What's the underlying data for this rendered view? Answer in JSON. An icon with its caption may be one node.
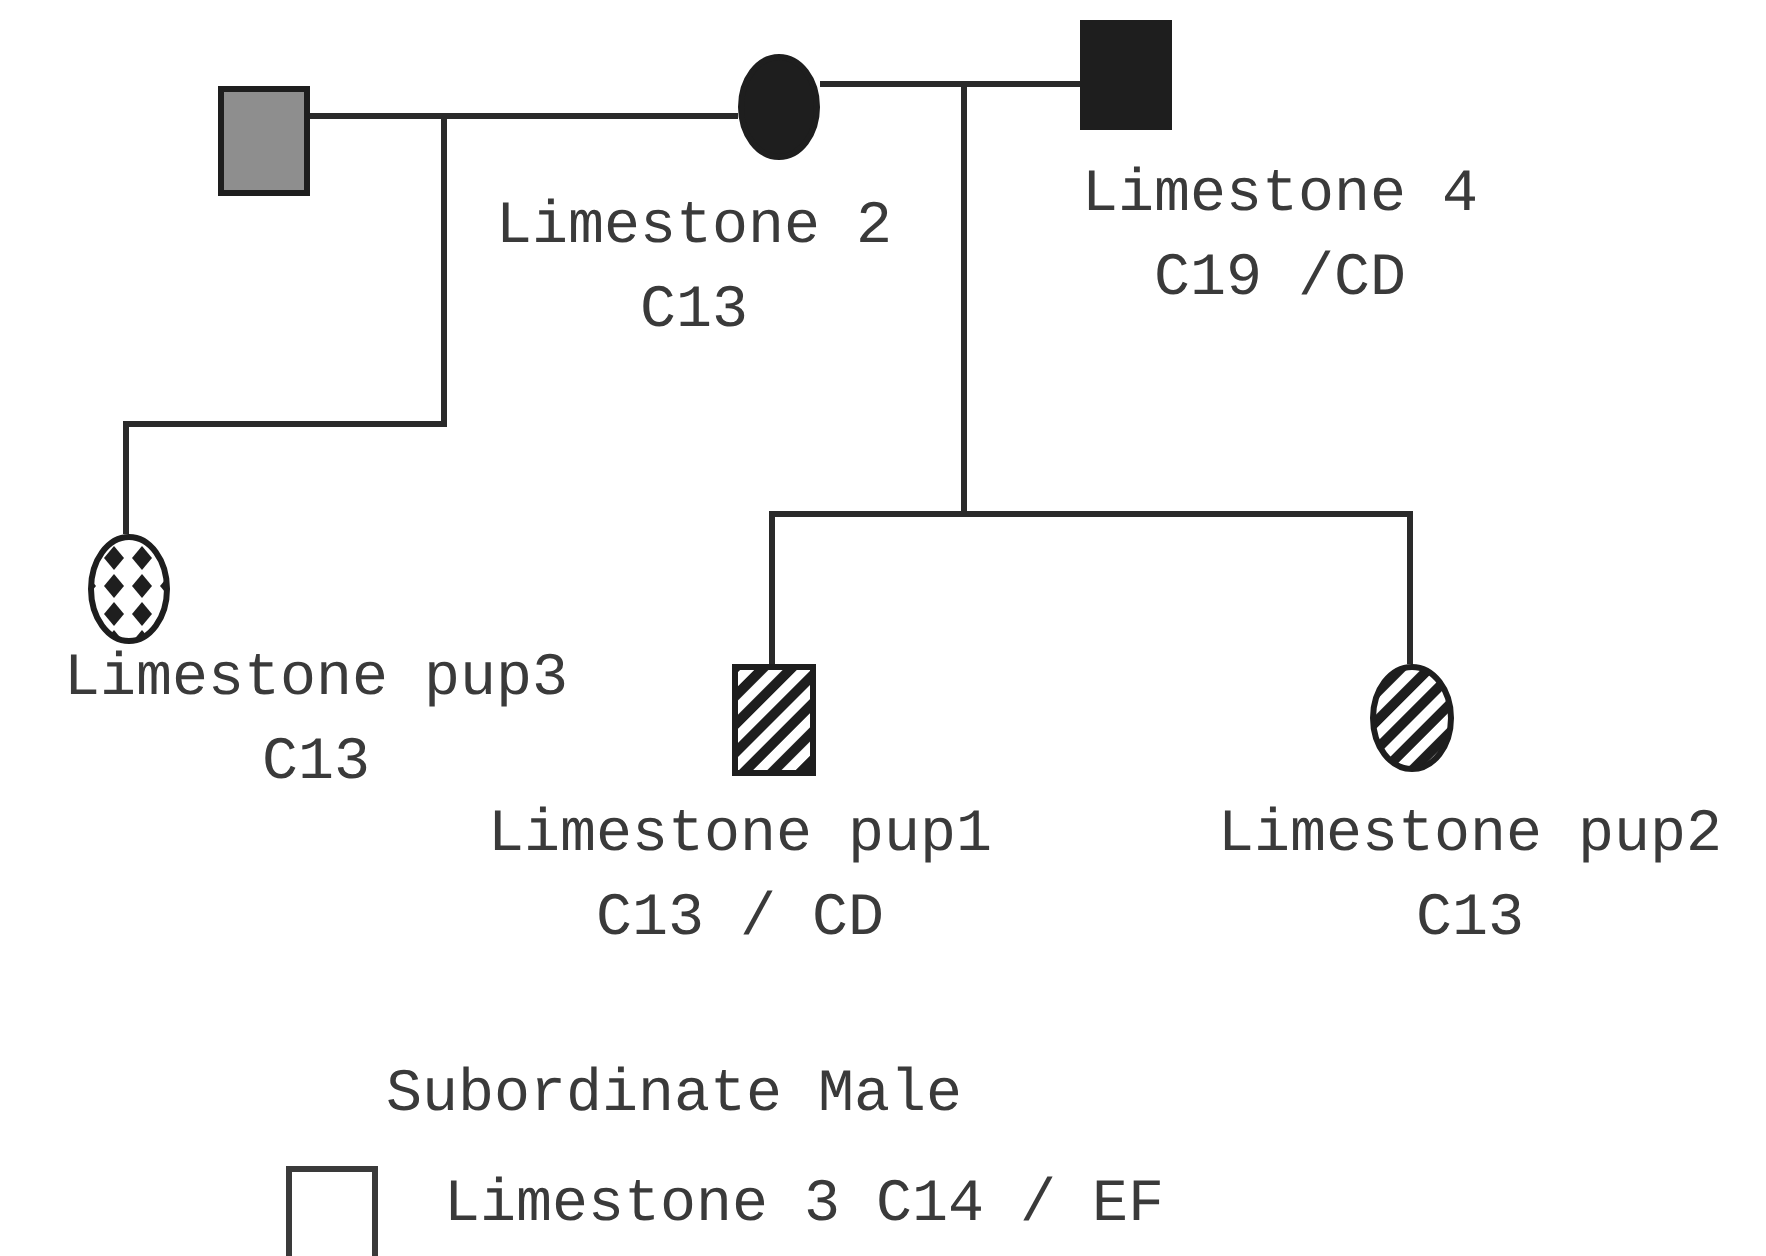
{
  "diagram": {
    "nodes": [
      {
        "text": [],
        "shape": "box"
      },
      {
        "text": [],
        "shape": "circle",
        "beside": [
          "Limestone 2",
          "C13"
        ]
      },
      {
        "text": [],
        "shape": "box",
        "beside": [
          "Limestone 4",
          "C19 /CD"
        ]
      },
      {
        "text": [],
        "shape": "circle",
        "beside": [
          "Limestone pup3",
          "C13"
        ]
      },
      {
        "text": [],
        "shape": "box",
        "beside": [
          "Limestone pup1",
          "C13 / CD"
        ]
      },
      {
        "text": [],
        "shape": "circle",
        "beside": [
          "Limestone pup2",
          "C13"
        ]
      }
    ],
    "edges": [
      {
        "from": 0,
        "to": 3,
        "arrow": "none"
      },
      {
        "from": 1,
        "to": 3,
        "arrow": "none"
      },
      {
        "from": 1,
        "to": 4,
        "arrow": "none"
      },
      {
        "from": 2,
        "to": 4,
        "arrow": "none"
      },
      {
        "from": 1,
        "to": 5,
        "arrow": "none"
      },
      {
        "from": 2,
        "to": 5,
        "arrow": "none"
      }
    ],
    "labels": [
      "Subordinate Male"
    ],
    "legend": [
      {
        "text": "Limestone 3 C14 / EF"
      }
    ]
  }
}
